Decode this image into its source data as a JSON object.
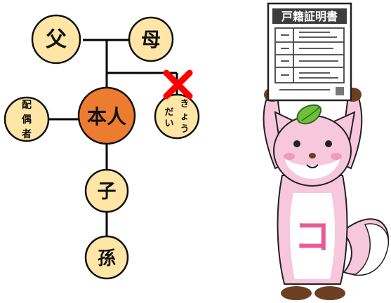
{
  "family_tree": {
    "father": "父",
    "mother": "母",
    "self": "本人",
    "spouse_lines": [
      "配",
      "偶",
      "者"
    ],
    "sibling_line_1": [
      "だ",
      "い"
    ],
    "sibling_line_2": [
      "き",
      "ょ",
      "う"
    ],
    "child": "子",
    "grandchild": "孫",
    "colors": {
      "node_fill": "#ffe6a6",
      "self_fill": "#ee7c30",
      "line": "#000000",
      "cross": "#ff0000"
    }
  },
  "certificate": {
    "title": "戸籍証明書"
  },
  "mascot": {
    "chest_glyph": "コ",
    "colors": {
      "body": "#f7c7dc",
      "leaf": "#6fbf3c",
      "accent": "#e85a93"
    }
  }
}
